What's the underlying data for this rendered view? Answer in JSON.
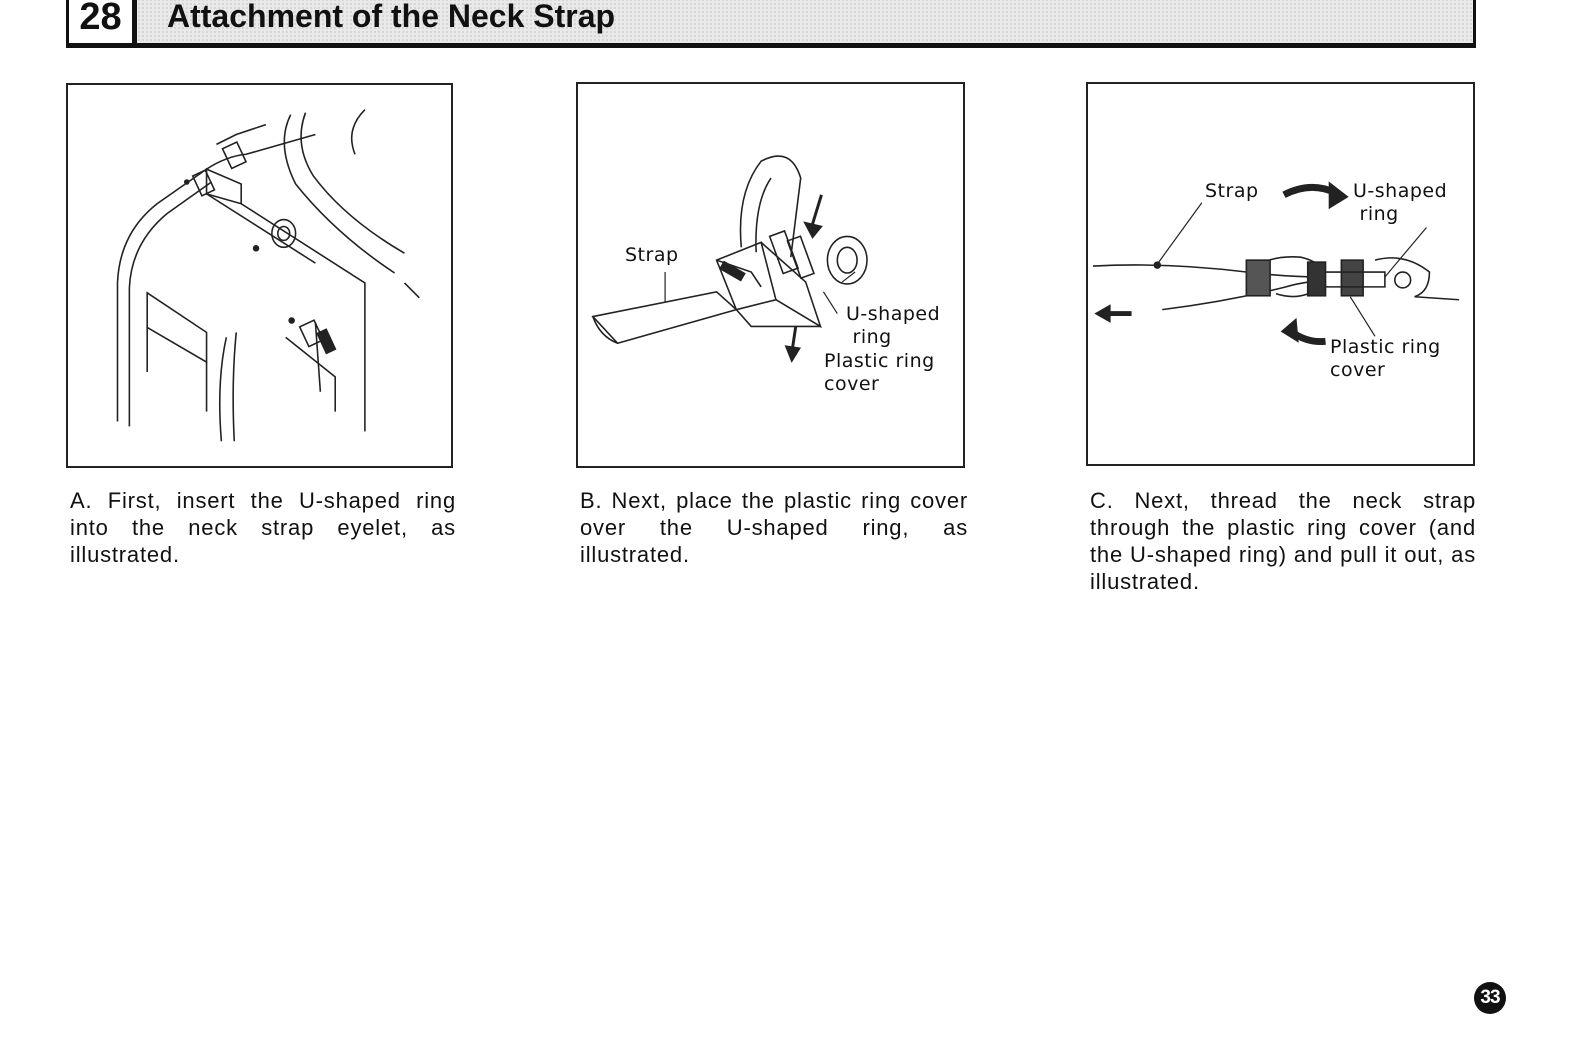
{
  "header": {
    "section_number": "28",
    "title": "Attachment of the Neck Strap"
  },
  "figures": {
    "b": {
      "strap": "Strap",
      "u_ring": "U-shaped\n ring",
      "cover": "Plastic ring\ncover"
    },
    "c": {
      "strap": "Strap",
      "u_ring": "U-shaped\n ring",
      "cover": "Plastic ring\ncover"
    }
  },
  "captions": {
    "a": "A. First, insert the U-shaped ring into the neck strap eyelet, as illustrated.",
    "b": "B. Next, place the plastic ring cover over the U-shaped ring, as illustrated.",
    "c": "C. Next, thread the neck strap through the plastic ring cover (and the U-shaped ring) and pull it out, as illustrated."
  },
  "page_number": "33"
}
